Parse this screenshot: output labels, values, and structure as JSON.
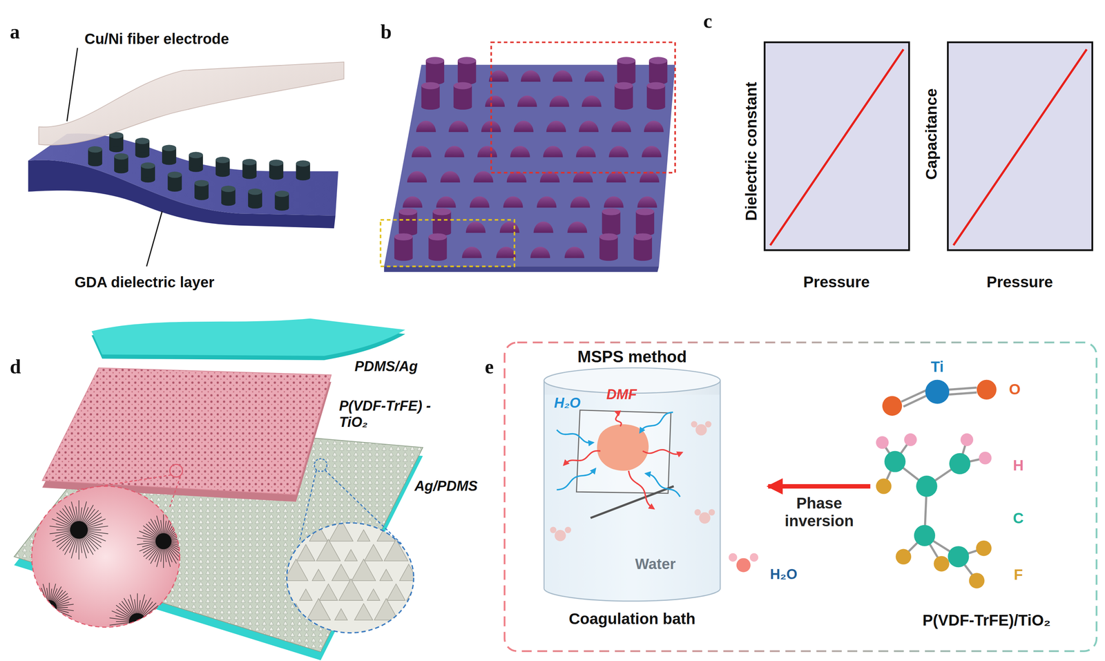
{
  "diagram": {
    "nodes": [
      {
        "text": [
          "MSPS method",
          "Water",
          "Coagulation bath"
        ]
      },
      {
        "text": [
          "P(VDF-TrFE)/TiO₂"
        ]
      }
    ],
    "edges": [
      {
        "from": 1,
        "to": 0,
        "arrow": "to",
        "label": "Phase inversion"
      }
    ],
    "labels": [
      "a",
      "Cu/Ni fiber electrode",
      "GDA dielectric layer",
      "b",
      "c",
      "Dielectric constant",
      "Pressure",
      "Capacitance",
      "Pressure",
      "d",
      "PDMS/Ag",
      "P(VDF-TrFE) -TiO₂",
      "Ag/PDMS",
      "e",
      "H₂O",
      "DMF",
      "Ti",
      "O",
      "H",
      "C",
      "F",
      "H₂O"
    ]
  }
}
